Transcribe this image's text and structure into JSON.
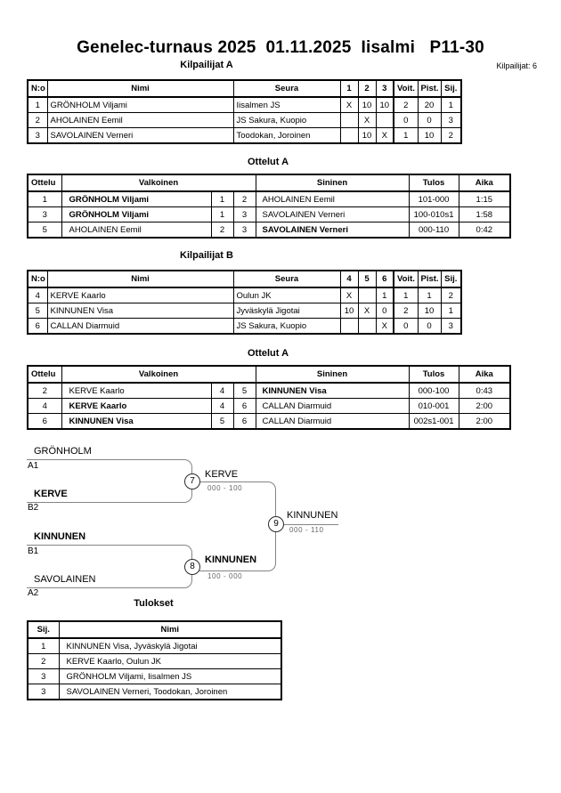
{
  "page": {
    "title": "Genelec-turnaus 2025  01.11.2025  Iisalmi   P11-30",
    "competitors_count": "Kilpailijat: 6"
  },
  "colors": {
    "bracket_line": "#848484",
    "score_text": "#666666",
    "table_border": "#000000"
  },
  "sections": {
    "group_a_heading": "Kilpailijat A",
    "matches_a_heading": "Ottelut A",
    "group_b_heading": "Kilpailijat B",
    "matches_b_heading": "Ottelut A",
    "results_heading": "Tulokset"
  },
  "group_a_table": {
    "headers": {
      "no": "N:o",
      "name": "Nimi",
      "club": "Seura",
      "c1": "1",
      "c2": "2",
      "c3": "3",
      "wins": "Voit.",
      "points": "Pist.",
      "place": "Sij."
    },
    "rows": [
      {
        "no": "1",
        "name": "GRÖNHOLM Viljami",
        "club": "Iisalmen JS",
        "c1": "X",
        "c2": "10",
        "c3": "10",
        "wins": "2",
        "points": "20",
        "place": "1"
      },
      {
        "no": "2",
        "name": "AHOLAINEN Eemil",
        "club": "JS Sakura, Kuopio",
        "c1": "",
        "c2": "X",
        "c3": "",
        "wins": "0",
        "points": "0",
        "place": "3"
      },
      {
        "no": "3",
        "name": "SAVOLAINEN Verneri",
        "club": "Toodokan, Joroinen",
        "c1": "",
        "c2": "10",
        "c3": "X",
        "wins": "1",
        "points": "10",
        "place": "2"
      }
    ]
  },
  "matches_a_table": {
    "headers": {
      "match": "Ottelu",
      "white": "Valkoinen",
      "blue": "Sininen",
      "result": "Tulos",
      "time": "Aika"
    },
    "rows": [
      {
        "no": "1",
        "white": "GRÖNHOLM Viljami",
        "wn": "1",
        "bn": "2",
        "blue": "AHOLAINEN Eemil",
        "result": "101-000",
        "time": "1:15"
      },
      {
        "no": "3",
        "white": "GRÖNHOLM Viljami",
        "wn": "1",
        "bn": "3",
        "blue": "SAVOLAINEN Verneri",
        "result": "100-010s1",
        "time": "1:58"
      },
      {
        "no": "5",
        "white": "AHOLAINEN Eemil",
        "wn": "2",
        "bn": "3",
        "blue": "SAVOLAINEN Verneri",
        "result": "000-110",
        "time": "0:42"
      }
    ]
  },
  "group_b_table": {
    "headers": {
      "no": "N:o",
      "name": "Nimi",
      "club": "Seura",
      "c1": "4",
      "c2": "5",
      "c3": "6",
      "wins": "Voit.",
      "points": "Pist.",
      "place": "Sij."
    },
    "rows": [
      {
        "no": "4",
        "name": "KERVE Kaarlo",
        "club": "Oulun JK",
        "c1": "X",
        "c2": "",
        "c3": "1",
        "wins": "1",
        "points": "1",
        "place": "2"
      },
      {
        "no": "5",
        "name": "KINNUNEN Visa",
        "club": "Jyväskylä Jigotai",
        "c1": "10",
        "c2": "X",
        "c3": "0",
        "wins": "2",
        "points": "10",
        "place": "1"
      },
      {
        "no": "6",
        "name": "CALLAN Diarmuid",
        "club": "JS Sakura, Kuopio",
        "c1": "",
        "c2": "",
        "c3": "X",
        "wins": "0",
        "points": "0",
        "place": "3"
      }
    ]
  },
  "matches_b_table": {
    "headers": {
      "match": "Ottelu",
      "white": "Valkoinen",
      "blue": "Sininen",
      "result": "Tulos",
      "time": "Aika"
    },
    "rows": [
      {
        "no": "2",
        "white": "KERVE Kaarlo",
        "wn": "4",
        "bn": "5",
        "blue": "KINNUNEN Visa",
        "result": "000-100",
        "time": "0:43"
      },
      {
        "no": "4",
        "white": "KERVE Kaarlo",
        "wn": "4",
        "bn": "6",
        "blue": "CALLAN Diarmuid",
        "result": "010-001",
        "time": "2:00"
      },
      {
        "no": "6",
        "white": "KINNUNEN Visa",
        "wn": "5",
        "bn": "6",
        "blue": "CALLAN Diarmuid",
        "result": "002s1-001",
        "time": "2:00"
      }
    ]
  },
  "bracket": {
    "semi1": {
      "number": "7",
      "top_name": "GRÖNHOLM",
      "top_seed": "A1",
      "bottom_name": "KERVE",
      "bottom_seed": "B2",
      "winner": "KERVE",
      "score": "000 - 100"
    },
    "semi2": {
      "number": "8",
      "top_name": "KINNUNEN",
      "top_seed": "B1",
      "bottom_name": "SAVOLAINEN",
      "bottom_seed": "A2",
      "winner": "KINNUNEN",
      "score": "100 - 000"
    },
    "final": {
      "number": "9",
      "winner": "KINNUNEN",
      "score": "000 - 110"
    }
  },
  "results_table": {
    "headers": {
      "place": "Sij.",
      "name": "Nimi"
    },
    "rows": [
      {
        "place": "1",
        "name": "KINNUNEN Visa, Jyväskylä Jigotai"
      },
      {
        "place": "2",
        "name": "KERVE Kaarlo, Oulun JK"
      },
      {
        "place": "3",
        "name": "GRÖNHOLM Viljami, Iisalmen JS"
      },
      {
        "place": "3",
        "name": "SAVOLAINEN Verneri, Toodokan, Joroinen"
      }
    ]
  }
}
